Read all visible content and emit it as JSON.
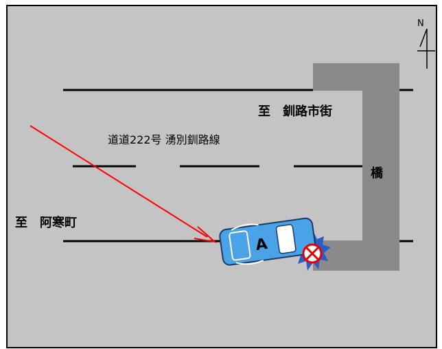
{
  "labels": {
    "route_name": "道道222号 湧別釧路線",
    "to_kushiro": "至　釧路市街",
    "to_akan": "至　阿寒町",
    "bridge": "橋",
    "north": "N",
    "vehicle": "A"
  },
  "colors": {
    "background": "#c4c4c4",
    "bridge": "#8a8a8a",
    "road_line": "#000000",
    "arrow": "#ff0000",
    "car_body": "#4aa3e6",
    "car_outline": "#1a3a66",
    "impact_burst": "#2d5cc8",
    "impact_mark": "#e60000"
  },
  "icons": {
    "north_arrow": "north-arrow-icon",
    "impact": "collision-mark-icon"
  }
}
